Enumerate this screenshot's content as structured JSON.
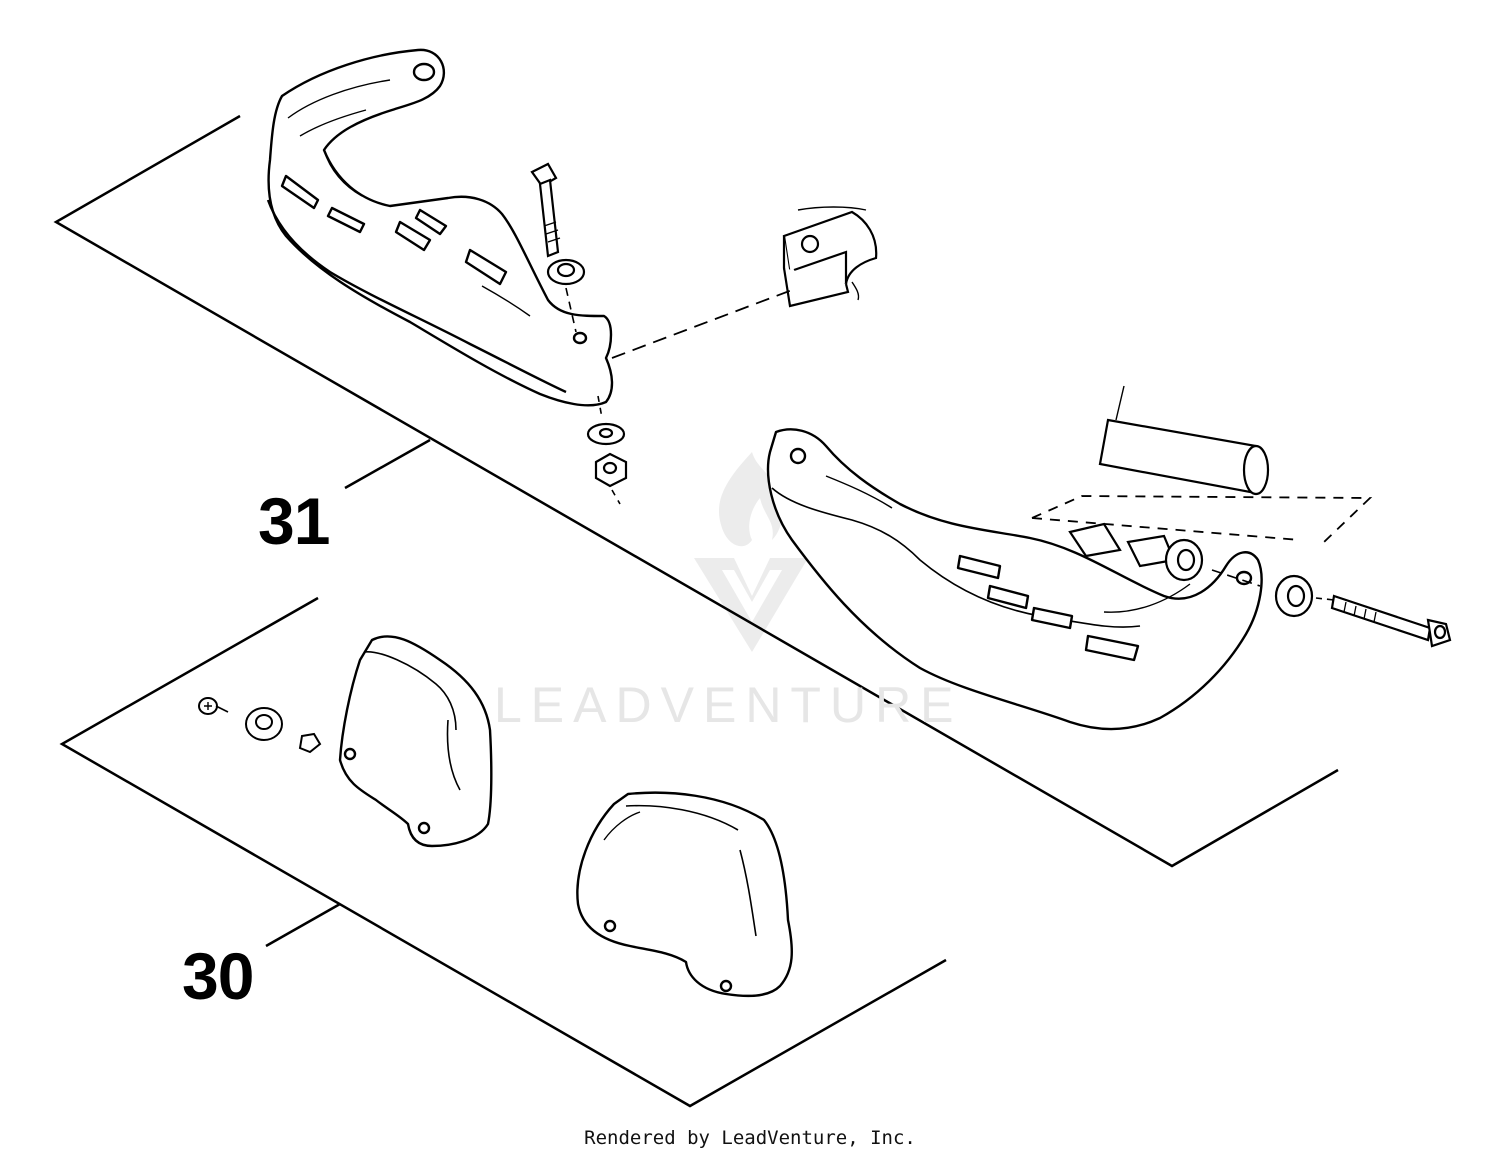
{
  "diagram": {
    "callouts": [
      {
        "label": "31"
      },
      {
        "label": "30"
      }
    ],
    "watermark": {
      "text": "LEADVENTURE",
      "icon": "leadventure-flame-logo"
    },
    "footer": {
      "credit": "Rendered by LeadVenture, Inc."
    },
    "colors": {
      "line": "#000000",
      "watermark": "#e6e6e6",
      "background": "#ffffff"
    }
  }
}
